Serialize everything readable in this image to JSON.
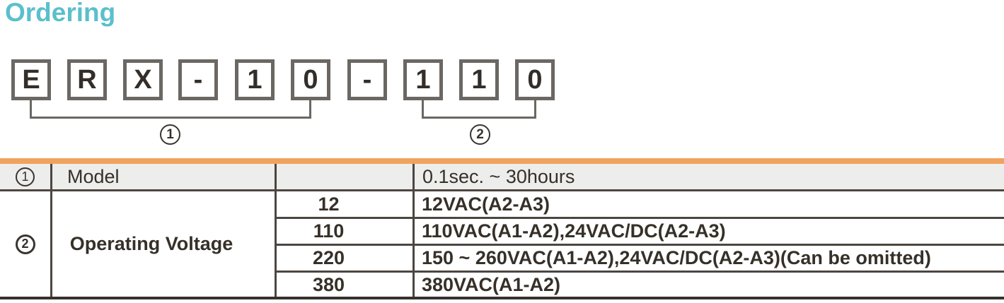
{
  "title": "Ordering",
  "colors": {
    "title_accent": "#5bbfcc",
    "table_top_bar": "#f0a35e",
    "header_row_bg": "#ededec",
    "grid_line": "#4c4641",
    "box_border": "#6b6762",
    "text": "#363029"
  },
  "part_number": {
    "boxes": [
      "E",
      "R",
      "X",
      "-",
      "1",
      "0",
      "-",
      "1",
      "1",
      "0"
    ],
    "groups": [
      {
        "marker": "1"
      },
      {
        "marker": "2"
      }
    ]
  },
  "table": {
    "header": {
      "marker": "1",
      "name": "Model",
      "code": "",
      "desc": "0.1sec. ~ 30hours"
    },
    "section": {
      "marker": "2",
      "name": "Operating Voltage",
      "rows": [
        {
          "code": "12",
          "desc": "12VAC(A2-A3)"
        },
        {
          "code": "110",
          "desc": "110VAC(A1-A2),24VAC/DC(A2-A3)"
        },
        {
          "code": "220",
          "desc": "150 ~ 260VAC(A1-A2),24VAC/DC(A2-A3)(Can be omitted)"
        },
        {
          "code": "380",
          "desc": "380VAC(A1-A2)"
        }
      ]
    }
  }
}
